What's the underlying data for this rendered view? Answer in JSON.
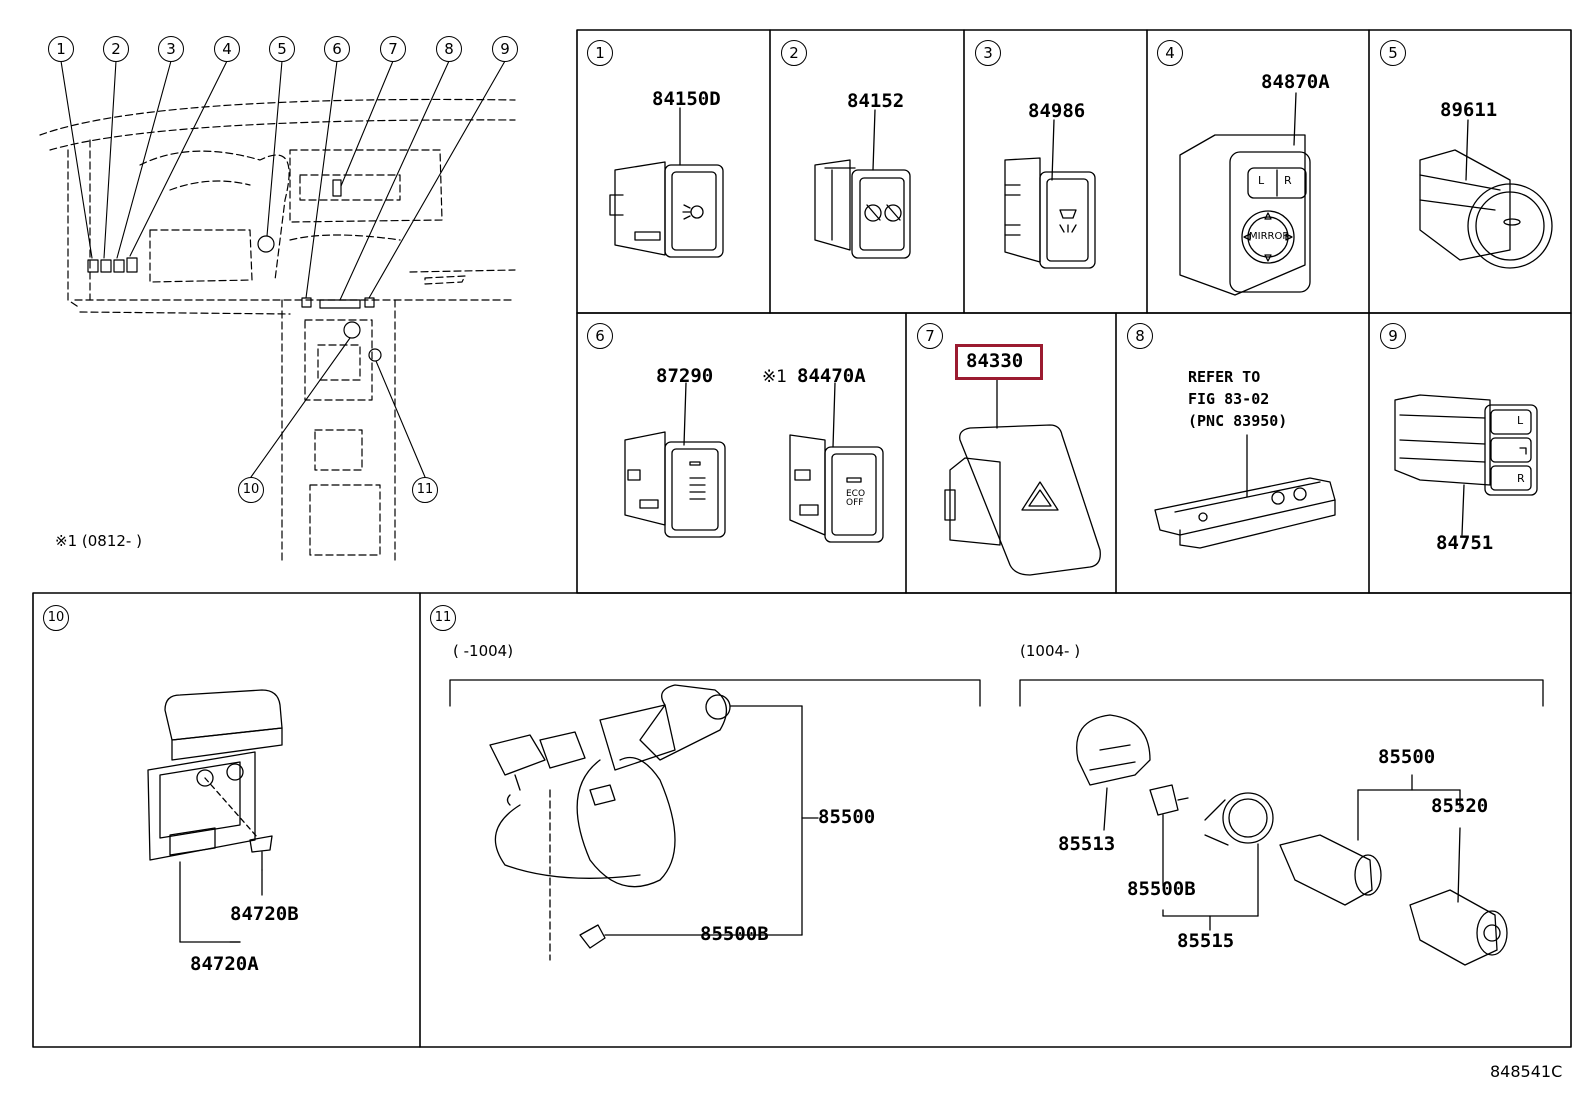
{
  "diagram": {
    "callouts": [
      "1",
      "2",
      "3",
      "4",
      "5",
      "6",
      "7",
      "8",
      "9",
      "10",
      "11"
    ],
    "panels": {
      "p1": {
        "num": "1",
        "part": "84150D"
      },
      "p2": {
        "num": "2",
        "part": "84152"
      },
      "p3": {
        "num": "3",
        "part": "84986"
      },
      "p4": {
        "num": "4",
        "part": "84870A",
        "icon_text": "MIRROR",
        "lr": [
          "L",
          "R"
        ]
      },
      "p5": {
        "num": "5",
        "part": "89611"
      },
      "p6": {
        "num": "6",
        "part_a": "87290",
        "mark": "※1",
        "part_b": "84470A",
        "eco": [
          "ECO",
          "OFF"
        ]
      },
      "p7": {
        "num": "7",
        "part": "84330",
        "highlighted": true
      },
      "p8": {
        "num": "8",
        "note_lines": [
          "REFER TO",
          "FIG 83-02",
          "(PNC 83950)"
        ]
      },
      "p9": {
        "num": "9",
        "part": "84751",
        "lr": [
          "L",
          "R"
        ]
      },
      "p10": {
        "num": "10",
        "part_a": "84720B",
        "part_b": "84720A"
      },
      "p11": {
        "num": "11",
        "range_left": "(       -1004)",
        "range_right": "(1004-       )",
        "left_parts": [
          "85500",
          "85500B"
        ],
        "right_parts": [
          "85500",
          "85520",
          "85513",
          "85500B",
          "85515"
        ]
      }
    },
    "overview_note": "※1 (0812-     )",
    "figure_code": "848541C",
    "highlight_color": "#9b1b30"
  }
}
